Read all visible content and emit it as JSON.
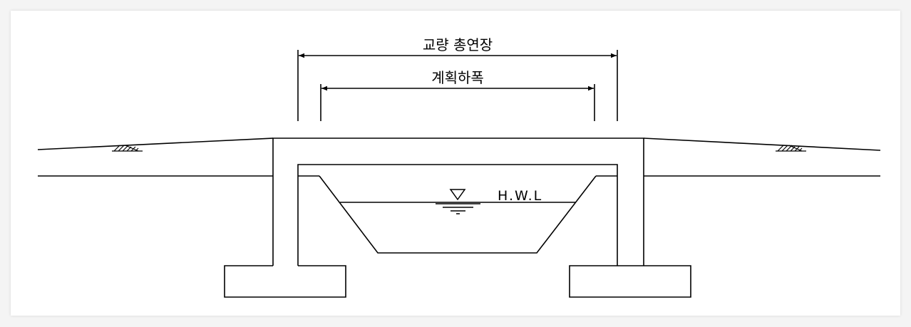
{
  "labels": {
    "total_length": "교량 총연장",
    "planned_river_width": "계획하폭",
    "hwl": "H.W.L"
  },
  "colors": {
    "line": "#000000",
    "background": "#ffffff"
  },
  "icons": {
    "water_level": "water-level-triangle-icon",
    "ground": "ground-hatch-icon"
  }
}
